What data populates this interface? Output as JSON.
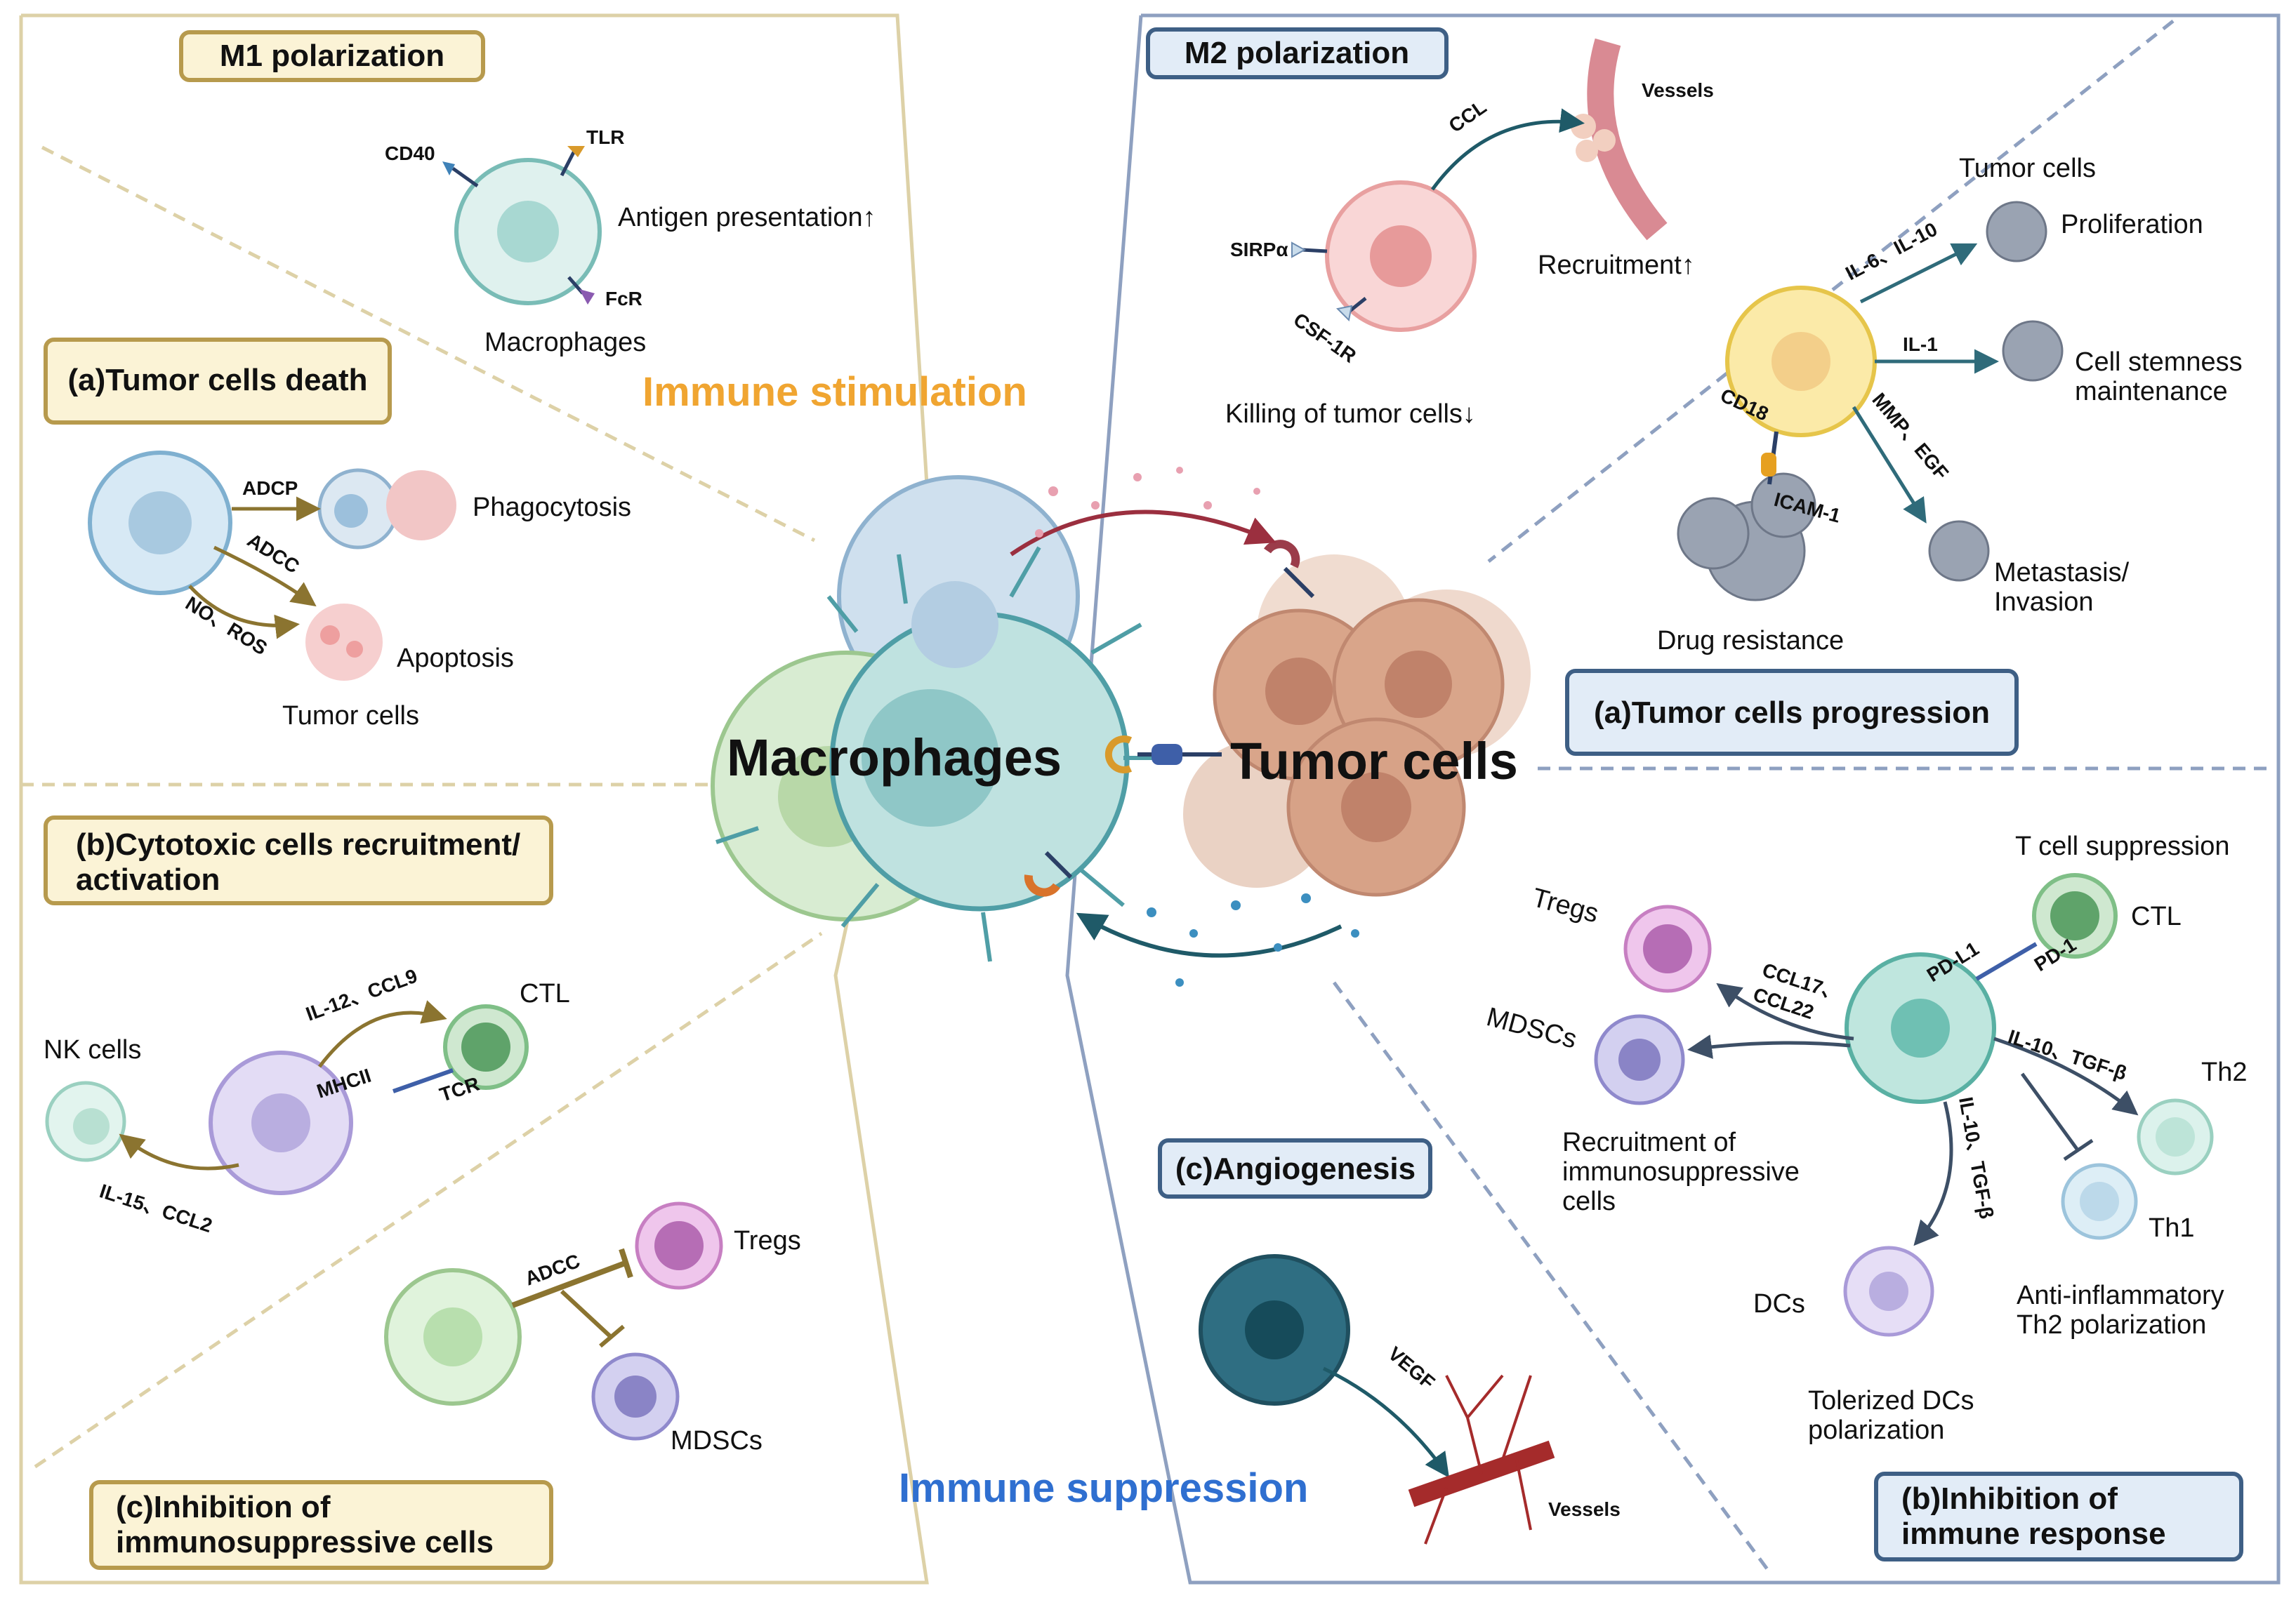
{
  "colors": {
    "gold_border": "#b79a4d",
    "gold_fill": "#fbf3d6",
    "blue_border": "#3e5f85",
    "blue_fill": "#e2ecf7",
    "orange_text": "#f0a531",
    "blue_text": "#2f6fd0",
    "panel_blue": "#8ea0c0",
    "panel_gold": "#ddd1a7"
  },
  "center": {
    "macrophages": "Macrophages",
    "tumor_cells": "Tumor cells",
    "immune_stimulation": "Immune stimulation",
    "immune_suppression": "Immune suppression"
  },
  "m1": {
    "title": "M1 polarization",
    "cd40": "CD40",
    "tlr": "TLR",
    "fcr": "FcR",
    "antigen": "Antigen presentation↑",
    "macrophages": "Macrophages",
    "a_title": "(a)Tumor cells death",
    "adcp": "ADCP",
    "adcc": "ADCC",
    "no_ros": "NO、ROS",
    "phagocytosis": "Phagocytosis",
    "apoptosis": "Apoptosis",
    "tumor_cells": "Tumor cells",
    "b_title_1": "(b)Cytotoxic cells recruitment/",
    "b_title_2": "activation",
    "il12": "IL-12、CCL9",
    "ctl": "CTL",
    "nk": "NK cells",
    "mhcii": "MHCII",
    "tcr": "TCR",
    "il15": "IL-15、CCL2",
    "adcc2": "ADCC",
    "tregs": "Tregs",
    "mdscs": "MDSCs",
    "c_title_1": "(c)Inhibition of",
    "c_title_2": "immunosuppressive cells"
  },
  "m2": {
    "title": "M2 polarization",
    "ccl": "CCL",
    "vessels": "Vessels",
    "sirpa": "SIRPα",
    "csf1r": "CSF-1R",
    "recruitment": "Recruitment↑",
    "killing": "Killing of tumor cells↓",
    "tumor_cells": "Tumor cells",
    "il6": "IL-6、IL-10",
    "proliferation": "Proliferation",
    "il1": "IL-1",
    "stemness_1": "Cell stemness",
    "stemness_2": "maintenance",
    "cd18": "CD18",
    "mmp": "MMP、EGF",
    "icam": "ICAM-1",
    "metastasis_1": "Metastasis/",
    "metastasis_2": "Invasion",
    "drug": "Drug resistance",
    "a_title": "(a)Tumor cells progression",
    "tcell_supp": "T cell suppression",
    "tregs": "Tregs",
    "ctl": "CTL",
    "ccl17": "CCL17、",
    "ccl22": "CCL22",
    "pdl1": "PD-L1",
    "pd1": "PD-1",
    "mdscs": "MDSCs",
    "il10_tgf": "IL-10、TGF-β",
    "th2": "Th2",
    "th1": "Th1",
    "recruit_1": "Recruitment of",
    "recruit_2": "immunosuppressive",
    "recruit_3": "cells",
    "il10_tgf_v": "IL-10、TGF-β",
    "dcs": "DCs",
    "anti_1": "Anti-inflammatory",
    "anti_2": "Th2 polarization",
    "tolerized_1": "Tolerized DCs",
    "tolerized_2": "polarization",
    "c_title": "(c)Angiogenesis",
    "vegf": "VEGF",
    "vessels2": "Vessels",
    "b_title_1": "(b)Inhibition of",
    "b_title_2": "immune response"
  }
}
